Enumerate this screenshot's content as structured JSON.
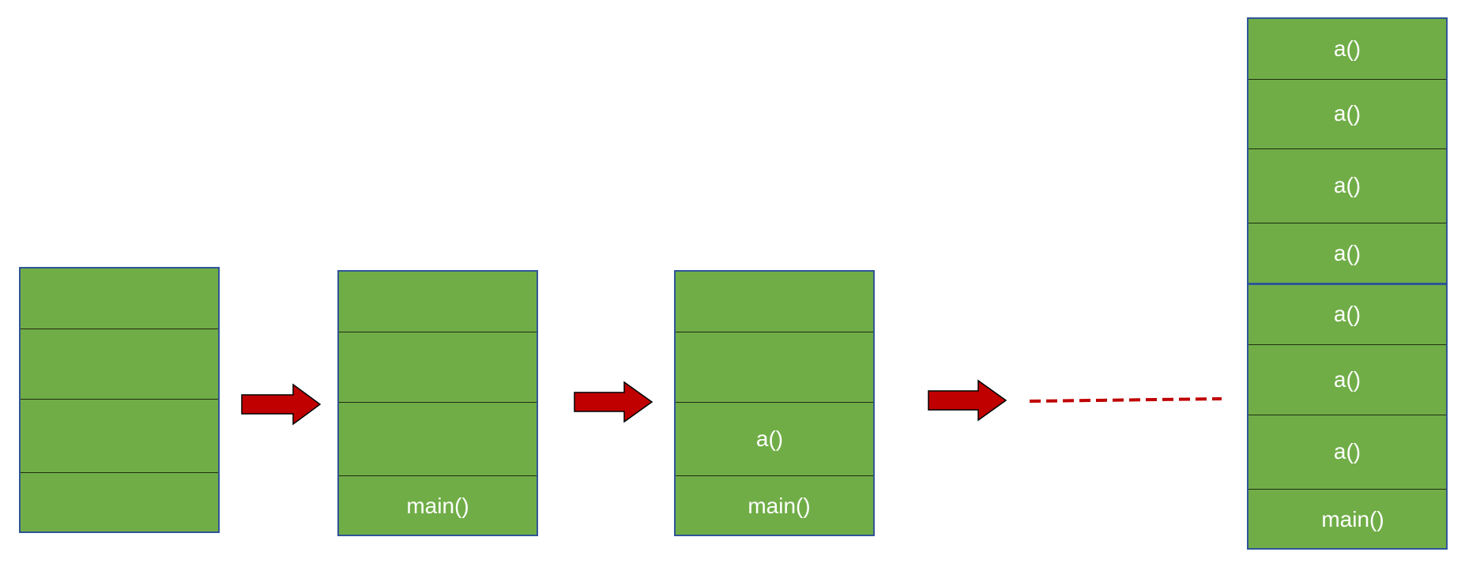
{
  "colors": {
    "stack_fill": "#70ad47",
    "stack_border": "#2f5597",
    "divider": "#1f2d10",
    "arrow_fill": "#c00000",
    "dashed_line": "#c00000",
    "label_text": "#ffffff"
  },
  "stacks": [
    {
      "frames": [
        "",
        "",
        "",
        ""
      ]
    },
    {
      "frames": [
        "",
        "",
        "",
        "main()"
      ]
    },
    {
      "frames": [
        "",
        "",
        "a()",
        "main()"
      ]
    },
    {
      "frames": [
        "a()",
        "a()",
        "a()",
        "a()",
        "a()",
        "a()",
        "a()",
        "main()"
      ]
    }
  ],
  "arrows": [
    {
      "shape": "right-block-arrow"
    },
    {
      "shape": "right-block-arrow"
    },
    {
      "shape": "right-block-arrow"
    }
  ],
  "continuation": {
    "style": "dashed"
  }
}
